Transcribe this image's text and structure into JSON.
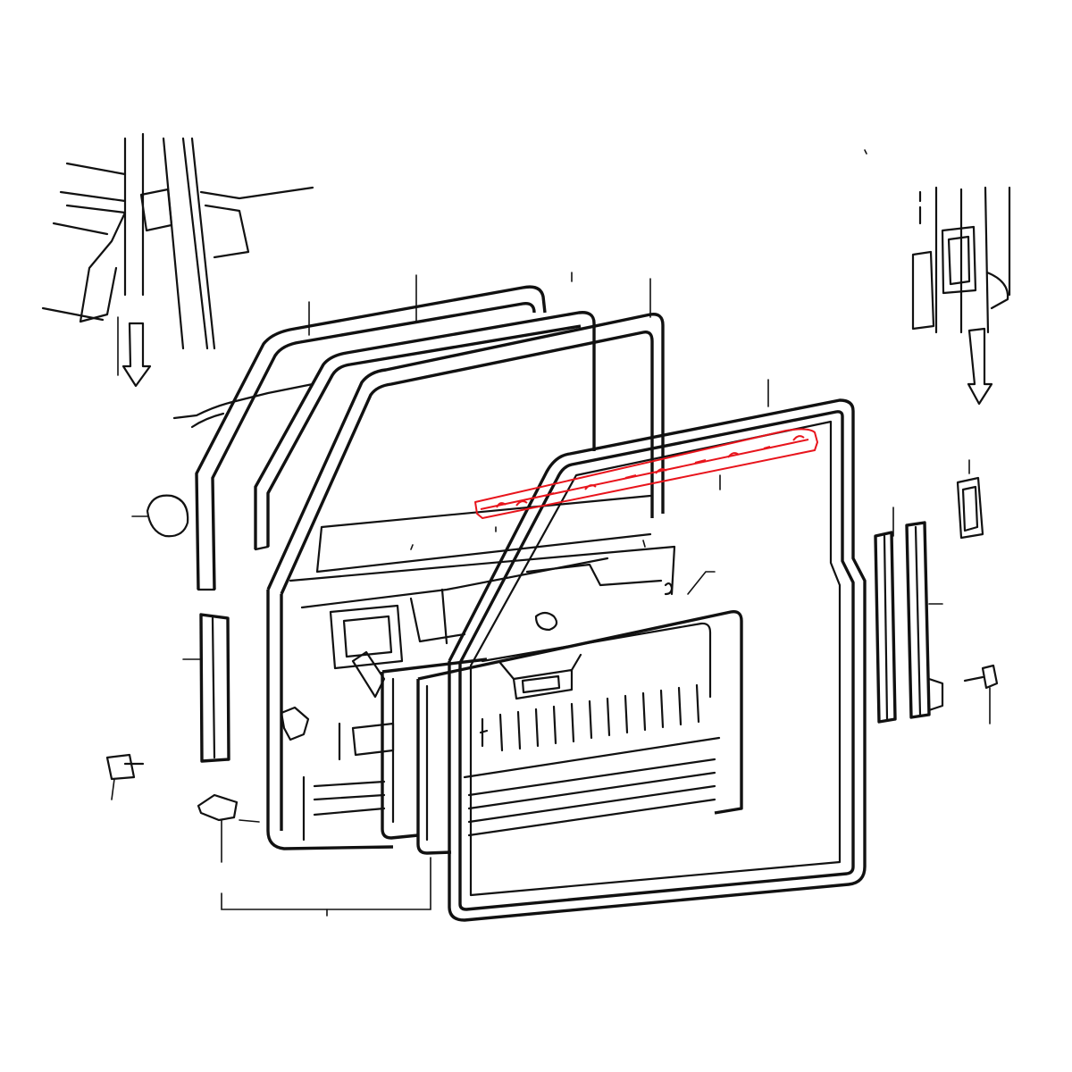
{
  "diagram": {
    "highlight_color": "#e8141c",
    "line_color": "#111111",
    "background": "#ffffff",
    "parts": [
      {
        "name": "body-pillar-hinge-view"
      },
      {
        "name": "door-frame-outer-seal"
      },
      {
        "name": "door-glass-run-channel"
      },
      {
        "name": "door-shell"
      },
      {
        "name": "door-opening-weatherstrip"
      },
      {
        "name": "beltline-window-strip-highlighted"
      },
      {
        "name": "inner-door-trim-panel"
      },
      {
        "name": "door-vapor-barrier"
      },
      {
        "name": "lock-pillar-striker-view"
      },
      {
        "name": "vertical-seal-strips"
      },
      {
        "name": "bolts-and-clips"
      }
    ],
    "icons": [
      "arrow-down-icon",
      "arrow-down-icon"
    ]
  }
}
